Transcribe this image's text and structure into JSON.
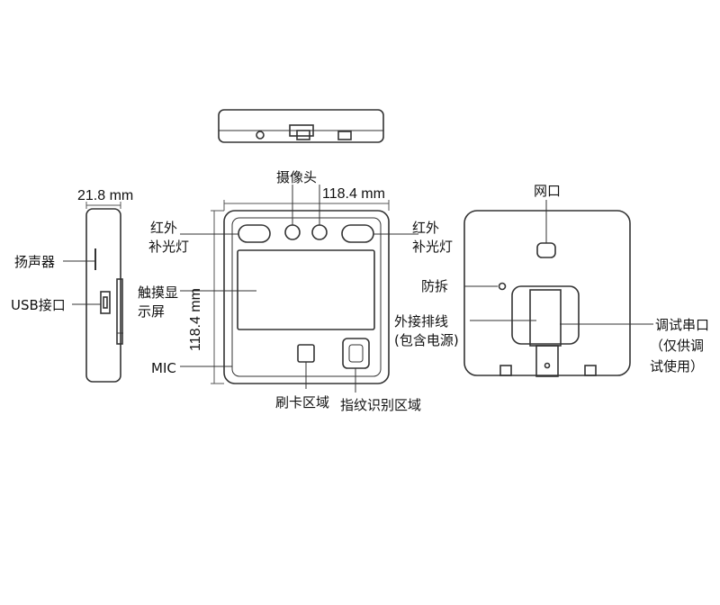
{
  "dimensions": {
    "depth": "21.8 mm",
    "width": "118.4 mm",
    "height": "118.4 mm"
  },
  "labels": {
    "camera": "摄像头",
    "ir_left_1": "红外",
    "ir_left_2": "补光灯",
    "ir_right_1": "红外",
    "ir_right_2": "补光灯",
    "touch_1": "触摸显",
    "touch_2": "示屏",
    "mic": "MIC",
    "card_area": "刷卡区域",
    "fingerprint_area": "指纹识别区域",
    "speaker": "扬声器",
    "usb": "USB接口",
    "network": "网口",
    "tamper": "防拆",
    "ext_cable_1": "外接排线",
    "ext_cable_2": "(包含电源)",
    "debug_1": "调试串口",
    "debug_2": "（仅供调",
    "debug_3": "试使用）"
  },
  "colors": {
    "line": "#333333",
    "thin": "#555555"
  }
}
